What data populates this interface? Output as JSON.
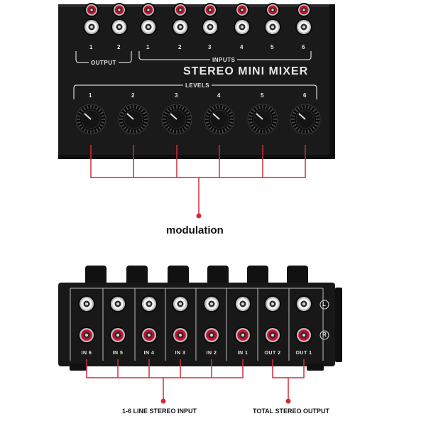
{
  "top_unit": {
    "output_numbers": [
      "1",
      "2"
    ],
    "output_label": "OUTPUT",
    "input_numbers": [
      "1",
      "2",
      "3",
      "4",
      "5",
      "6"
    ],
    "inputs_label": "INPUTS",
    "brand_title": "STEREO MINI MIXER",
    "levels_label": "LEVELS",
    "knob_numbers": [
      "1",
      "2",
      "3",
      "4",
      "5",
      "6"
    ],
    "caption": "modulation"
  },
  "bottom_unit": {
    "jack_labels": [
      "IN 6",
      "IN 5",
      "IN 4",
      "IN 3",
      "IN 2",
      "IN 1",
      "OUT 2",
      "OUT 1"
    ],
    "channel_left": "L",
    "channel_right": "R",
    "caption_inputs": "1-6 LINE STEREO INPUT",
    "caption_outputs": "TOTAL STEREO OUTPUT"
  },
  "colors": {
    "device_body": "#181818",
    "accent_line": "#d42a3a",
    "rca_red": "#c8102e",
    "rca_white": "#f2f2f2"
  }
}
